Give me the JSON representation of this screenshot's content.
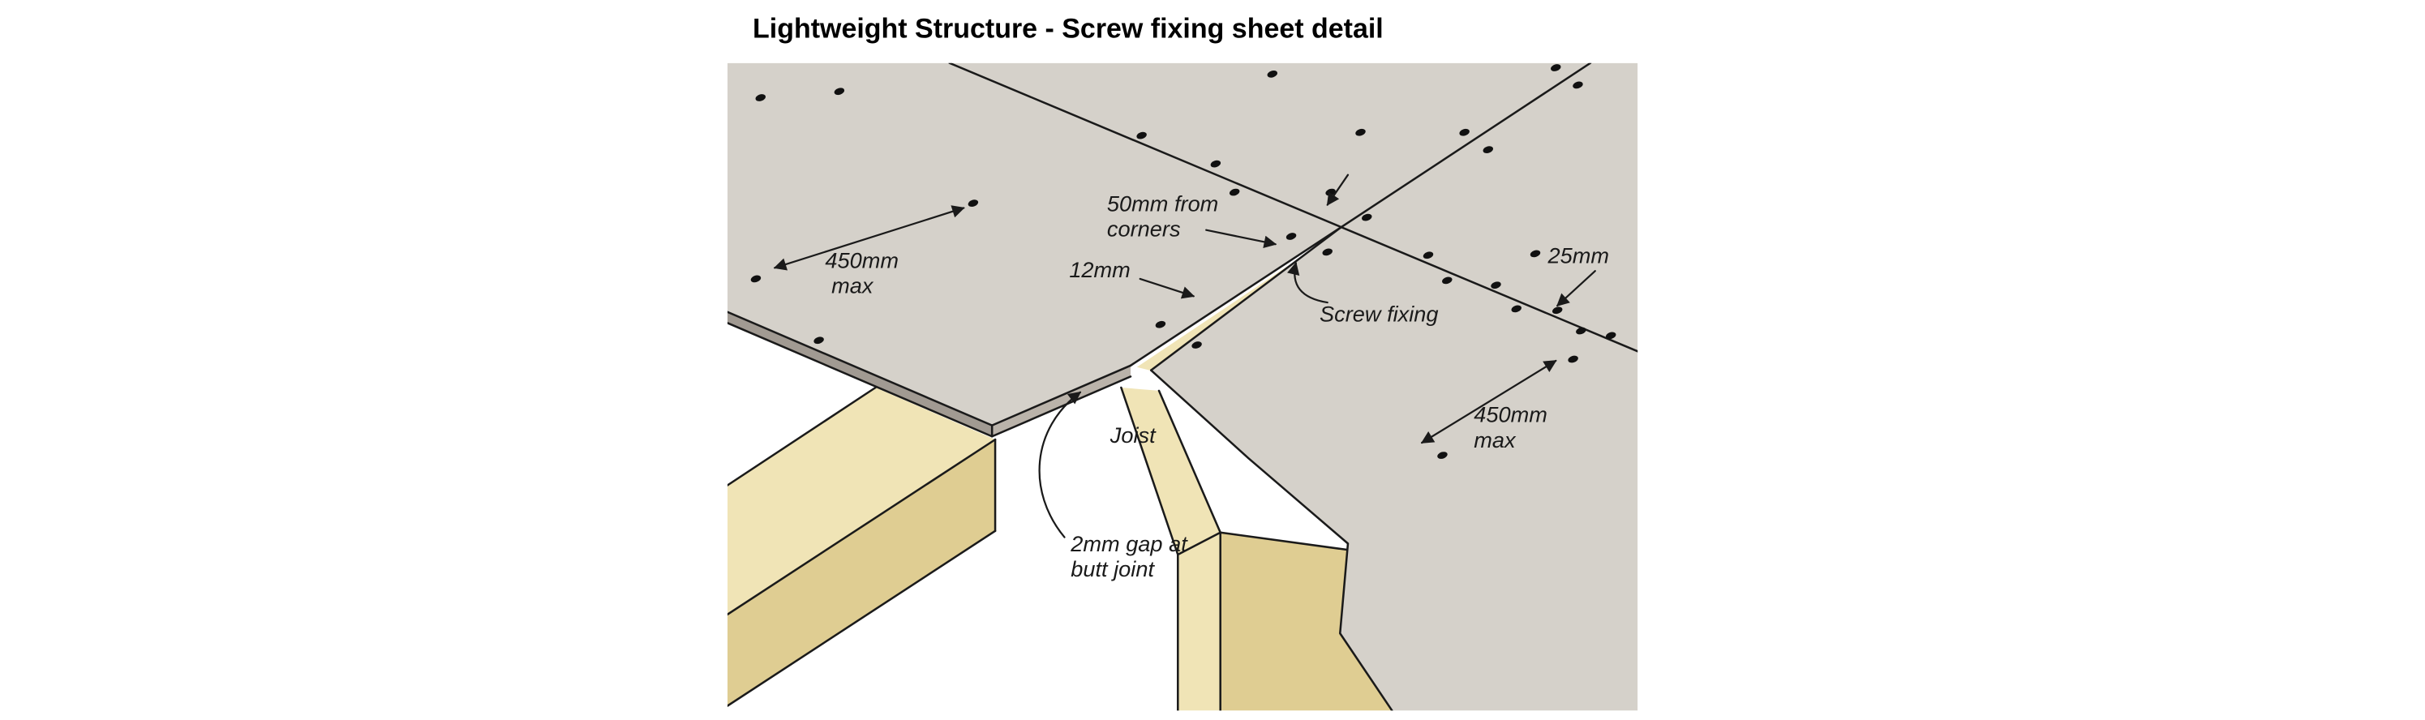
{
  "title": "Lightweight Structure - Screw fixing sheet detail",
  "labels": {
    "dim_450_left": {
      "line1": "450mm",
      "line2": "max"
    },
    "dim_50_corners": {
      "line1": "50mm from",
      "line2": "corners"
    },
    "dim_12": "12mm",
    "dim_25": "25mm",
    "screw_fixing": "Screw fixing",
    "joist": "Joist",
    "gap_2mm": {
      "line1": "2mm gap at",
      "line2": "butt joint"
    },
    "dim_450_right": {
      "line1": "450mm",
      "line2": "max"
    }
  },
  "colors": {
    "sheet": "#d5d1ca",
    "sheet_edge": "#a19a92",
    "sheet_edge_light": "#bab3aa",
    "joist_light": "#f0e4b6",
    "joist_mid": "#dfcd92",
    "line": "#1a1a1a"
  }
}
